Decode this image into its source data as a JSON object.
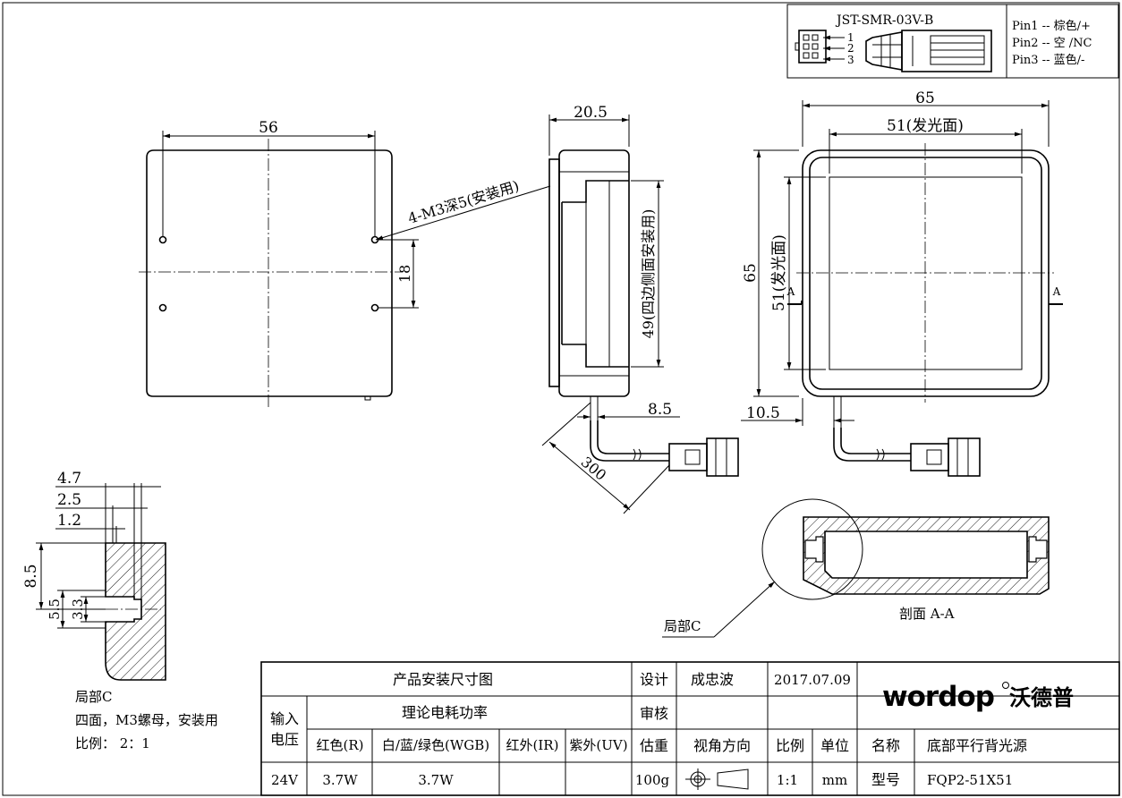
{
  "connector": {
    "model": "JST-SMR-03V-B",
    "pin_numbers": [
      "1",
      "2",
      "3"
    ],
    "pins": [
      "Pin1 -- 棕色/+",
      "Pin2 -- 空 /NC",
      "Pin3 -- 蓝色/-"
    ]
  },
  "front_view": {
    "dim_width": "56",
    "dim_hole_spacing": "18",
    "note_mount": "4-M3深5(安装用)"
  },
  "side_view": {
    "dim_depth": "20.5",
    "dim_side": "49(四边侧面安装用)",
    "dim_cable_offset": "8.5",
    "dim_cable_length": "300"
  },
  "emitting_view": {
    "dim_outer_w": "65",
    "dim_emit_w": "51(发光面)",
    "dim_outer_h": "65",
    "dim_emit_h": "51(发光面)",
    "dim_cable_offset": "10.5",
    "section_mark": "A"
  },
  "section": {
    "label": "剖面 A-A",
    "detail_callout": "局部C"
  },
  "detail": {
    "dims": [
      "4.7",
      "2.5",
      "1.2",
      "8.5",
      "5.5",
      "3.3"
    ],
    "title": "局部C",
    "note": "四面，M3螺母，安装用",
    "scale": "比例： 2：1"
  },
  "title_block": {
    "drawing_title": "产品安装尺寸图",
    "design_label": "设计",
    "designer": "成忠波",
    "date": "2017.07.09",
    "review_label": "审核",
    "input_label_1": "输入",
    "input_label_2": "电压",
    "power_label": "理论电耗功率",
    "power_cols": [
      "红色(R)",
      "白/蓝/绿色(WGB)",
      "红外(IR)",
      "紫外(UV)"
    ],
    "weight_label": "估重",
    "view_label": "视角方向",
    "scale_label": "比例",
    "unit_label": "单位",
    "name_label": "名称",
    "product_name": "底部平行背光源",
    "voltage": "24V",
    "power_values": [
      "3.7W",
      "3.7W",
      "",
      ""
    ],
    "weight": "100g",
    "scale": "1:1",
    "unit": "mm",
    "model_label": "型号",
    "model": "FQP2-51X51",
    "logo_latin": "wordop",
    "logo_cn": "沃德普"
  }
}
